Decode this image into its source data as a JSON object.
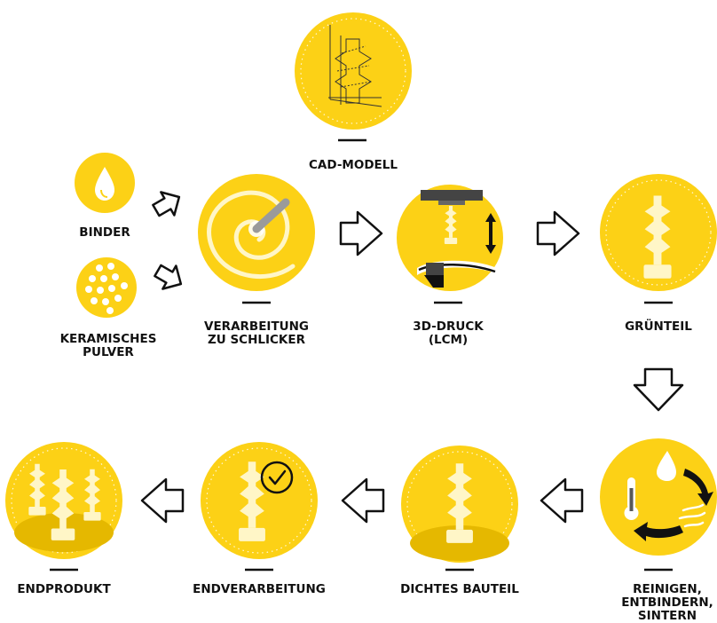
{
  "colors": {
    "circle_yellow": "#FCD116",
    "circle_shade": "#E5B800",
    "part_cream": "#FFF6C7",
    "ink": "#111111"
  },
  "steps": {
    "cad": {
      "label": [
        "CAD-MODELL"
      ],
      "icon": "cad-drawing-icon"
    },
    "binder": {
      "label": [
        "BINDER"
      ],
      "icon": "droplet-icon"
    },
    "pulver": {
      "label": [
        "KERAMISCHES",
        "PULVER"
      ],
      "icon": "powder-dots-icon"
    },
    "schlicker": {
      "label": [
        "VERARBEITUNG",
        "ZU SCHLICKER"
      ],
      "icon": "mixing-spiral-icon"
    },
    "druck": {
      "label": [
        "3D-DRUCK",
        "(LCM)"
      ],
      "icon": "printer-icon"
    },
    "gruenteil": {
      "label": [
        "GRÜNTEIL"
      ],
      "icon": "screw-part-icon"
    },
    "reinigen": {
      "label": [
        "REINIGEN,",
        "ENTBINDERN,",
        "SINTERN"
      ],
      "icon": "cycle-icon"
    },
    "dichtes": {
      "label": [
        "DICHTES BAUTEIL"
      ],
      "icon": "screw-part-icon"
    },
    "endverarbeitung": {
      "label": [
        "ENDVERARBEITUNG"
      ],
      "icon": "checkmark-icon"
    },
    "endprodukt": {
      "label": [
        "ENDPRODUKT"
      ],
      "icon": "screw-parts-icon"
    }
  }
}
